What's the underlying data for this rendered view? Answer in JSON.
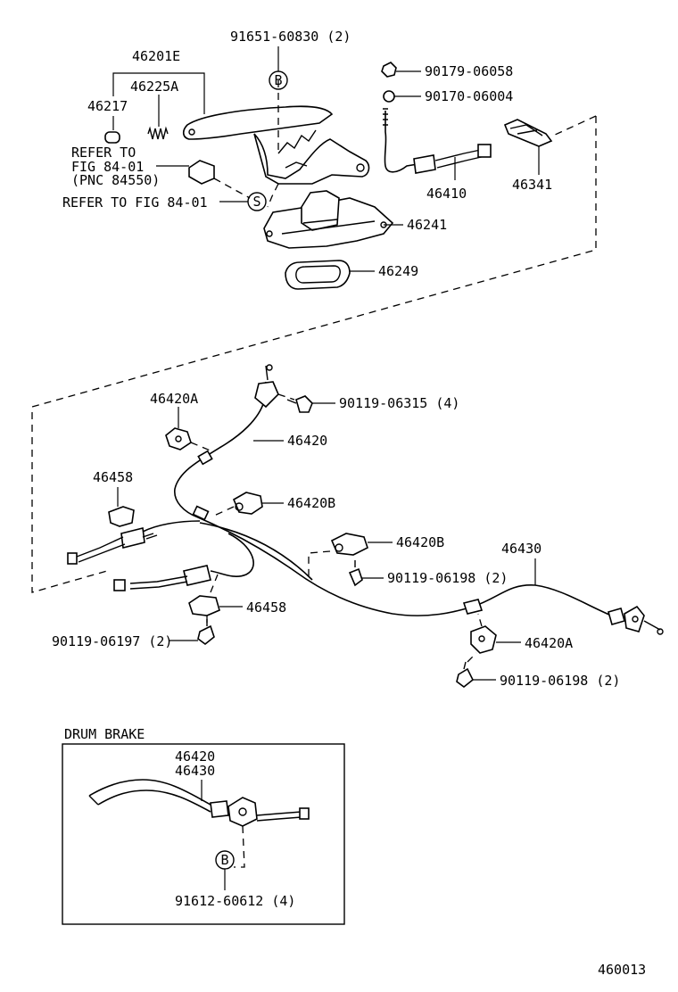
{
  "diagram_id": "460013",
  "labels": {
    "p_91651": "91651-60830 (2)",
    "p_46201e": "46201E",
    "p_46225a": "46225A",
    "p_46217": "46217",
    "p_refer1_line1": "REFER TO",
    "p_refer1_line2": "FIG 84-01",
    "p_refer1_line3": "(PNC 84550)",
    "p_refer2": "REFER TO FIG 84-01",
    "p_90179": "90179-06058",
    "p_90170": "90170-06004",
    "p_46410": "46410",
    "p_46341": "46341",
    "p_46241": "46241",
    "p_46249": "46249",
    "p_90119_06315": "90119-06315 (4)",
    "p_46420a_top": "46420A",
    "p_46420_main": "46420",
    "p_46458_top": "46458",
    "p_46420b_left": "46420B",
    "p_46420b_right": "46420B",
    "p_46430": "46430",
    "p_90119_06198_a": "90119-06198 (2)",
    "p_46458_bottom": "46458",
    "p_90119_06197": "90119-06197 (2)",
    "p_46420a_bottom": "46420A",
    "p_90119_06198_b": "90119-06198 (2)",
    "drum_title": "DRUM BRAKE",
    "drum_46420": "46420",
    "drum_46430": "46430",
    "drum_91612": "91612-60612 (4)"
  },
  "markers": {
    "b_top": "B",
    "s_refer": "S",
    "b_drum": "B"
  }
}
